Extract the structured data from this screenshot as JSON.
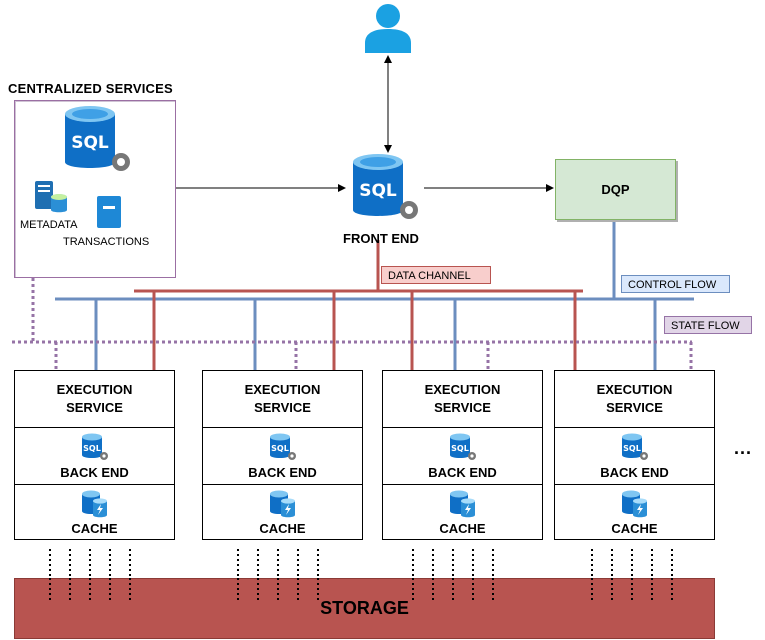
{
  "centralized": {
    "title": "CENTRALIZED SERVICES",
    "metadata_label": "METADATA",
    "transactions_label": "TRANSACTIONS"
  },
  "front_end": {
    "label": "FRONT END"
  },
  "dqp": {
    "label": "DQP"
  },
  "flows": {
    "data_channel": "DATA CHANNEL",
    "control_flow": "CONTROL FLOW",
    "state_flow": "STATE FLOW"
  },
  "execution_nodes": [
    {
      "title": "EXECUTION\nSERVICE",
      "backend": "BACK END",
      "cache": "CACHE"
    },
    {
      "title": "EXECUTION\nSERVICE",
      "backend": "BACK END",
      "cache": "CACHE"
    },
    {
      "title": "EXECUTION\nSERVICE",
      "backend": "BACK END",
      "cache": "CACHE"
    },
    {
      "title": "EXECUTION\nSERVICE",
      "backend": "BACK END",
      "cache": "CACHE"
    }
  ],
  "more_nodes": "...",
  "storage": {
    "label": "STORAGE"
  },
  "icons": {
    "user": "user-icon",
    "sql_db": "sql-database-icon",
    "cache_db": "cache-database-icon",
    "metadata": "metadata-icon",
    "transactions": "transactions-icon"
  },
  "colors": {
    "data_channel": "#b85450",
    "control_flow": "#6c8ebf",
    "state_flow": "#9673a6",
    "dqp_fill": "#d5e8d4",
    "storage_fill": "#b85450",
    "db_blue": "#0078d4"
  }
}
